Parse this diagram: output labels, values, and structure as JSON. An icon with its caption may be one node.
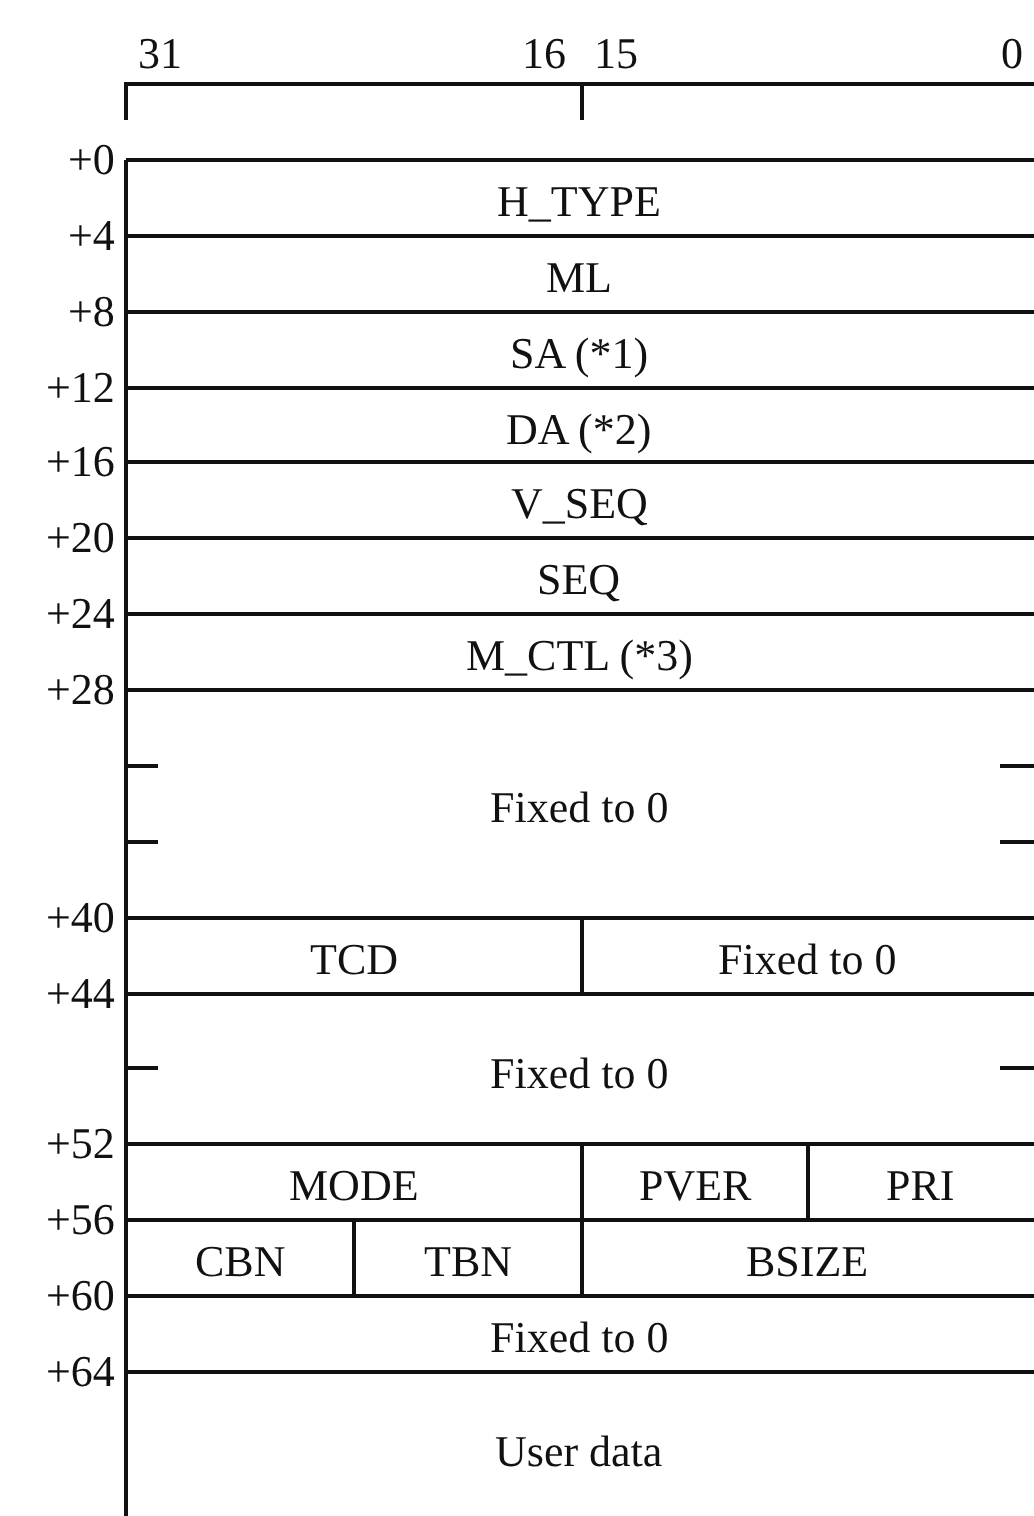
{
  "diagram": {
    "labels": [
      "31",
      "16",
      "15",
      "0",
      "+0",
      "H_TYPE",
      "+4",
      "ML",
      "+8",
      "SA (*1)",
      "+12",
      "DA (*2)",
      "+16",
      "V_SEQ",
      "+20",
      "SEQ",
      "+24",
      "M_CTL (*3)",
      "+28",
      "Fixed to 0",
      "+40",
      "TCD",
      "Fixed to 0",
      "+44",
      "Fixed to 0",
      "+52",
      "MODE",
      "PVER",
      "PRI",
      "+56",
      "CBN",
      "TBN",
      "BSIZE",
      "+60",
      "Fixed to 0",
      "+64",
      "User data"
    ]
  }
}
